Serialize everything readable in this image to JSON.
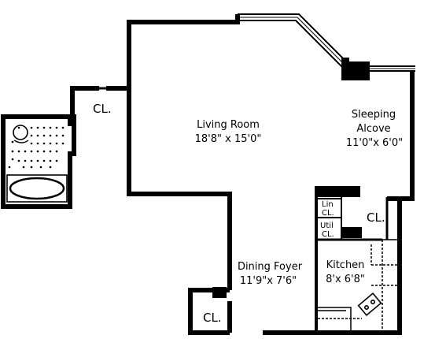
{
  "rooms": {
    "living_room": {
      "name": "Living Room",
      "dims": "18'8\" x 15'0\""
    },
    "sleeping_alcove": {
      "name_line1": "Sleeping",
      "name_line2": "Alcove",
      "dims": "11'0\"x 6'0\""
    },
    "dining_foyer": {
      "name": "Dining Foyer",
      "dims": "11'9\"x 7'6\""
    },
    "kitchen": {
      "name": "Kitchen",
      "dims": "8'x 6'8\""
    }
  },
  "closets": {
    "top": "CL.",
    "bottom": "CL.",
    "kitchen": "CL.",
    "linen_line1": "Lin",
    "linen_line2": "CL.",
    "utility_line1": "Util",
    "utility_line2": "CL."
  }
}
